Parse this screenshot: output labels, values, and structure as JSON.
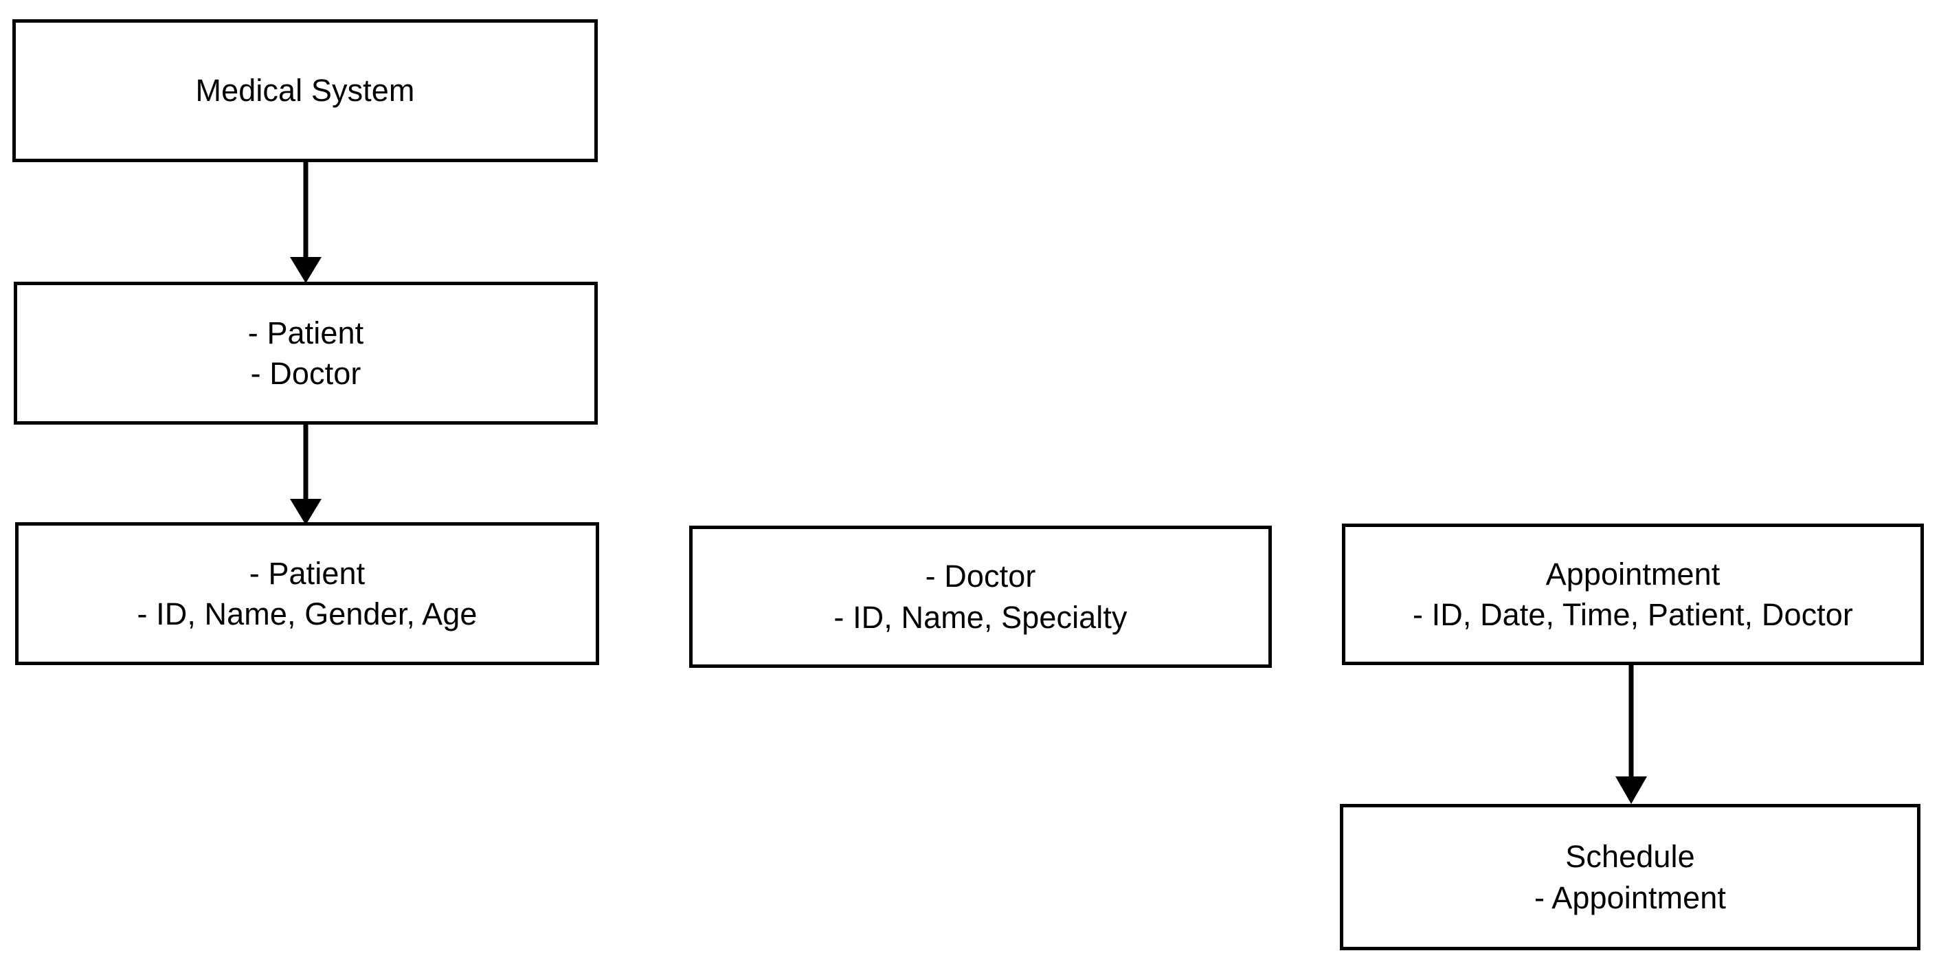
{
  "diagram": {
    "type": "flowchart",
    "title": "Medical System",
    "background_color": "#ffffff",
    "stroke_color": "#000000",
    "text_color": "#000000",
    "nodes": [
      {
        "id": "medical-system",
        "lines": [
          "Medical System"
        ]
      },
      {
        "id": "entities",
        "lines": [
          "- Patient",
          "- Doctor"
        ]
      },
      {
        "id": "patient-attributes",
        "lines": [
          "- Patient",
          "- ID, Name, Gender, Age"
        ]
      },
      {
        "id": "doctor-attributes",
        "lines": [
          "- Doctor",
          "- ID, Name, Specialty"
        ]
      },
      {
        "id": "appointment-attributes",
        "lines": [
          "Appointment",
          "- ID, Date, Time, Patient, Doctor"
        ]
      },
      {
        "id": "schedule",
        "lines": [
          "Schedule",
          "- Appointment"
        ]
      }
    ],
    "edges": [
      {
        "id": "edge-medical-system-to-entities",
        "from": "medical-system",
        "to": "entities",
        "arrow": "down"
      },
      {
        "id": "edge-entities-to-patient-attributes",
        "from": "entities",
        "to": "patient-attributes",
        "arrow": "down"
      },
      {
        "id": "edge-appointment-to-schedule",
        "from": "appointment-attributes",
        "to": "schedule",
        "arrow": "down"
      }
    ]
  }
}
